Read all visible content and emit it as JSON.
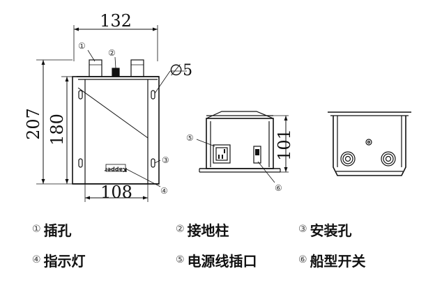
{
  "dimensions": {
    "width_top": "132",
    "width_bottom": "108",
    "height_outer": "207",
    "height_inner": "180",
    "depth": "101",
    "hole_diameter": "∅5"
  },
  "callouts": [
    "①",
    "②",
    "③",
    "④",
    "⑤",
    "⑥"
  ],
  "brand_label": "Kapper",
  "legend": [
    {
      "num": "①",
      "label": "插孔"
    },
    {
      "num": "②",
      "label": "接地柱"
    },
    {
      "num": "③",
      "label": "安装孔"
    },
    {
      "num": "④",
      "label": "指示灯"
    },
    {
      "num": "⑤",
      "label": "电源线插口"
    },
    {
      "num": "⑥",
      "label": "船型开关"
    }
  ]
}
